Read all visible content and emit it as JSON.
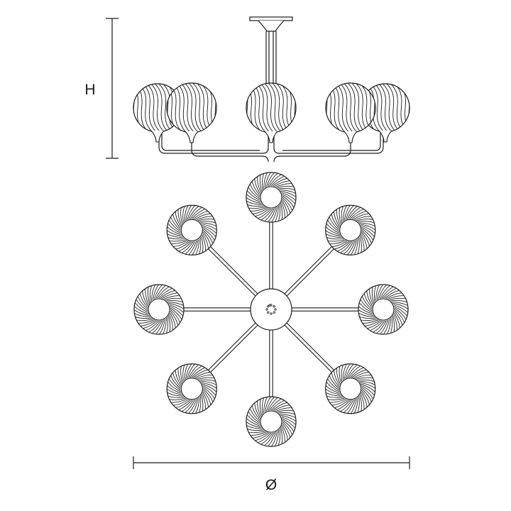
{
  "dimensions": {
    "height_label": "H",
    "diameter_label": "Ø"
  },
  "side_view": {
    "globe_count_visible": 5
  },
  "top_view": {
    "arm_count": 8
  },
  "colors": {
    "line": "#1a1a1a",
    "background": "#ffffff"
  }
}
